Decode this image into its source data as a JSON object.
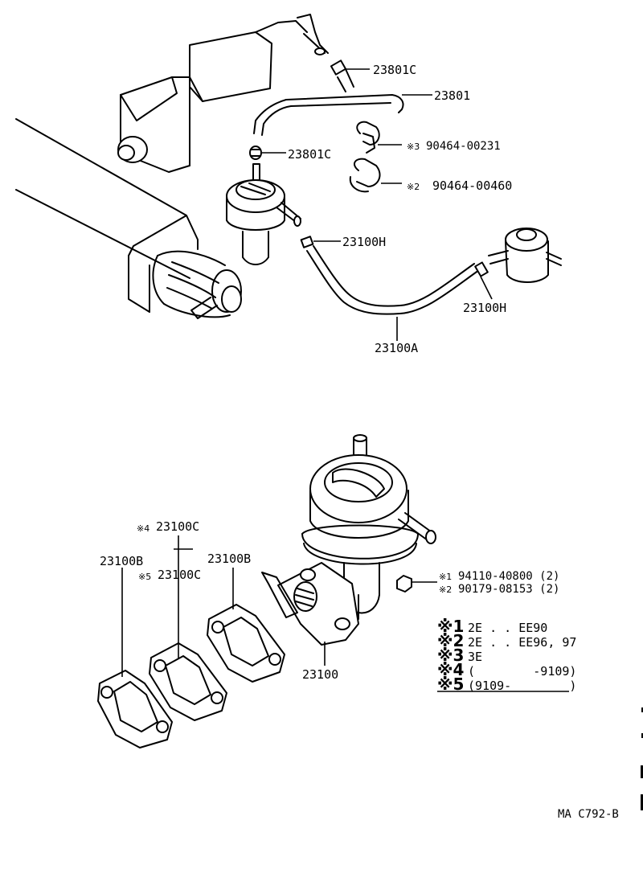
{
  "colors": {
    "background": "#ffffff",
    "ink": "#000000"
  },
  "labels": {
    "c23801c_top": "23801C",
    "c23801": "23801",
    "c23801c_mid": "23801C",
    "n3": "※3",
    "p90464_00231": "90464-00231",
    "n2a": "※2",
    "p90464_00460": "90464-00460",
    "c23100h_left": "23100H",
    "c23100h_right": "23100H",
    "c23100a": "23100A",
    "n4": "※4",
    "c23100c_a": "23100C",
    "n5": "※5",
    "c23100c_b": "23100C",
    "c23100b_left": "23100B",
    "c23100b_right": "23100B",
    "n1b": "※1",
    "p94110": "94110-40800 (2)",
    "n2b": "※2",
    "p90179": "90179-08153 (2)",
    "c23100": "23100",
    "figure_code": "MA C792-B"
  },
  "notes": [
    {
      "mark": "※1",
      "text": "2E . . EE90"
    },
    {
      "mark": "※2",
      "text": "2E . . EE96, 97"
    },
    {
      "mark": "※3",
      "text": "3E"
    },
    {
      "mark": "※4",
      "text": "(        -9109)"
    },
    {
      "mark": "※5",
      "text": "(9109-        )"
    }
  ]
}
